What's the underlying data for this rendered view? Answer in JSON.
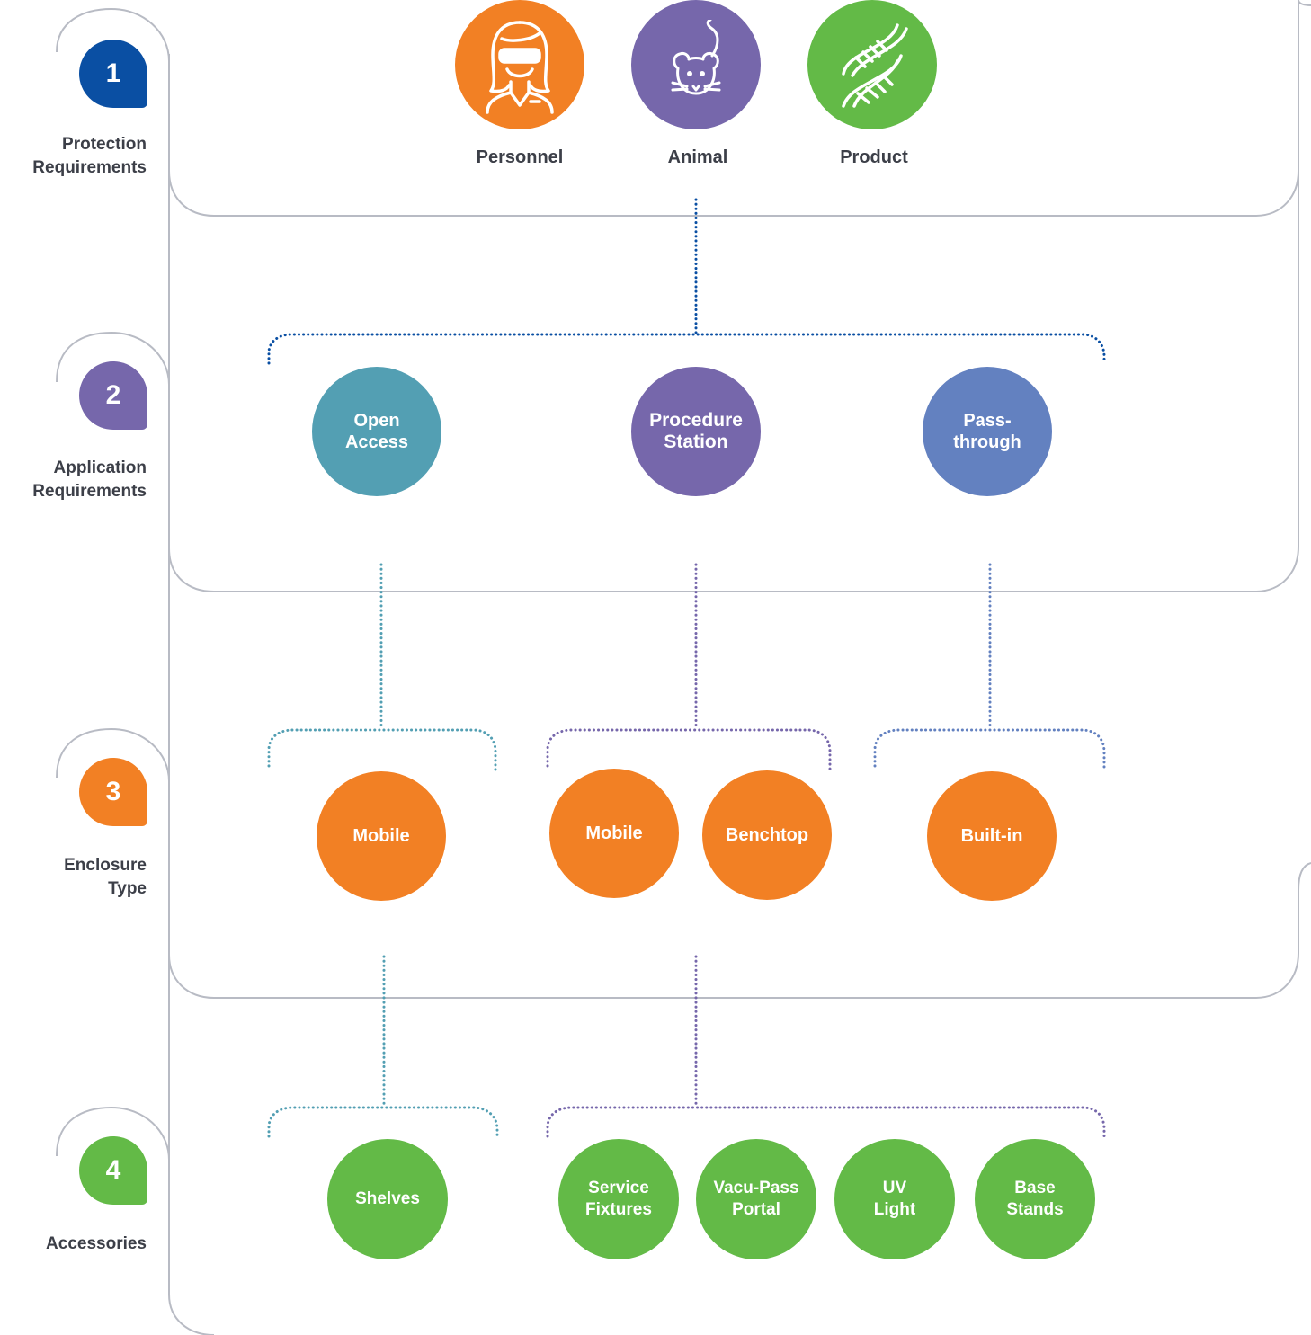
{
  "colors": {
    "blue": "#0a4fa3",
    "purple": "#7667ab",
    "orange": "#f28024",
    "green": "#63ba47",
    "teal": "#539fb3",
    "periwinkle": "#6381c0",
    "frame": "#b8bbc4",
    "text": "#3c3f48"
  },
  "steps": [
    {
      "number": "1",
      "label": "Protection\nRequirements",
      "color": "#0a4fa3"
    },
    {
      "number": "2",
      "label": "Application\nRequirements",
      "color": "#7667ab"
    },
    {
      "number": "3",
      "label": "Enclosure\nType",
      "color": "#f28024"
    },
    {
      "number": "4",
      "label": "Accessories",
      "color": "#63ba47"
    }
  ],
  "protection": [
    {
      "label": "Personnel",
      "icon": "person-with-goggles-icon",
      "color": "#f28024"
    },
    {
      "label": "Animal",
      "icon": "mouse-icon",
      "color": "#7667ab"
    },
    {
      "label": "Product",
      "icon": "dna-icon",
      "color": "#63ba47"
    }
  ],
  "applications": [
    {
      "label": "Open\nAccess",
      "color": "#539fb3"
    },
    {
      "label": "Procedure\nStation",
      "color": "#7667ab"
    },
    {
      "label": "Pass-\nthrough",
      "color": "#6381c0"
    }
  ],
  "enclosures": [
    {
      "label": "Mobile",
      "color": "#f28024"
    },
    {
      "label": "Mobile",
      "color": "#f28024"
    },
    {
      "label": "Benchtop",
      "color": "#f28024"
    },
    {
      "label": "Built-in",
      "color": "#f28024"
    }
  ],
  "accessories": [
    {
      "label": "Shelves",
      "color": "#63ba47"
    },
    {
      "label": "Service\nFixtures",
      "color": "#63ba47"
    },
    {
      "label": "Vacu-Pass\nPortal",
      "color": "#63ba47"
    },
    {
      "label": "UV\nLight",
      "color": "#63ba47"
    },
    {
      "label": "Base\nStands",
      "color": "#63ba47"
    }
  ]
}
